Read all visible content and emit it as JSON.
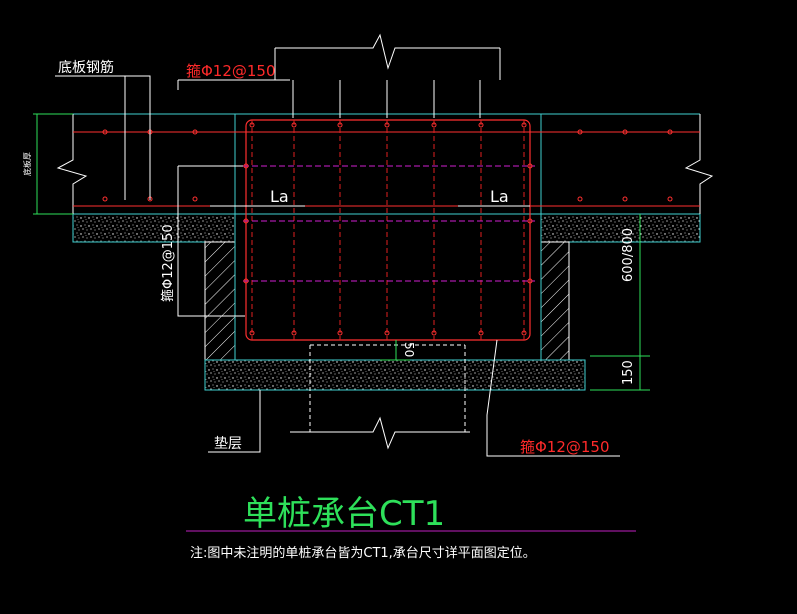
{
  "labels": {
    "bottom_slab_rebar": "底板钢筋",
    "stirrup_top": "箍Φ12@150",
    "stirrup_left": "箍Φ12@150",
    "stirrup_bottom": "箍Φ12@150",
    "slab_thickness": "底板厚",
    "anchorage_left": "La",
    "anchorage_right": "La",
    "dim_height": "600/800",
    "dim_cushion": "150",
    "dim_offset": "50",
    "cushion_layer": "垫层"
  },
  "title": "单桩承台CT1",
  "note": "注:图中未注明的单桩承台皆为CT1,承台尺寸详平面图定位。",
  "colors": {
    "background": "#000000",
    "concrete_line": "#3fd0d0",
    "rebar": "#ff3030",
    "stirrup_dashed": "#e02020",
    "tie_dashed": "#d020d0",
    "dimension": "#2ee05a",
    "leader": "#ffffff",
    "title": "#2ee05a",
    "title_underline": "#c020c0"
  }
}
